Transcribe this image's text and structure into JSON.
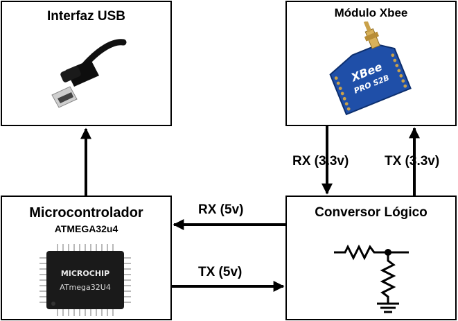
{
  "blocks": {
    "usb": {
      "title": "Interfaz USB"
    },
    "xbee": {
      "title": "Módulo Xbee",
      "image_text": {
        "brand": "XBee",
        "model": "PRO S2B"
      }
    },
    "mcu": {
      "title": "Microcontrolador",
      "subtitle": "ATMEGA32u4",
      "chip_text": {
        "brand": "MICROCHIP",
        "part": "ATmega32U4"
      }
    },
    "converter": {
      "title": "Conversor Lógico"
    }
  },
  "connections": {
    "mcu_to_usb": {
      "label": ""
    },
    "xbee_rx": {
      "label": "RX (3.3v)"
    },
    "xbee_tx": {
      "label": "TX (3.3v)"
    },
    "mcu_rx": {
      "label": "RX (5v)"
    },
    "mcu_tx": {
      "label": "TX (5v)"
    }
  },
  "colors": {
    "line": "#000000",
    "xbee_board": "#1f4fa8",
    "xbee_gold": "#c9a14a",
    "chip_body": "#1a1a1a",
    "chip_pins": "#b9b9b9"
  }
}
